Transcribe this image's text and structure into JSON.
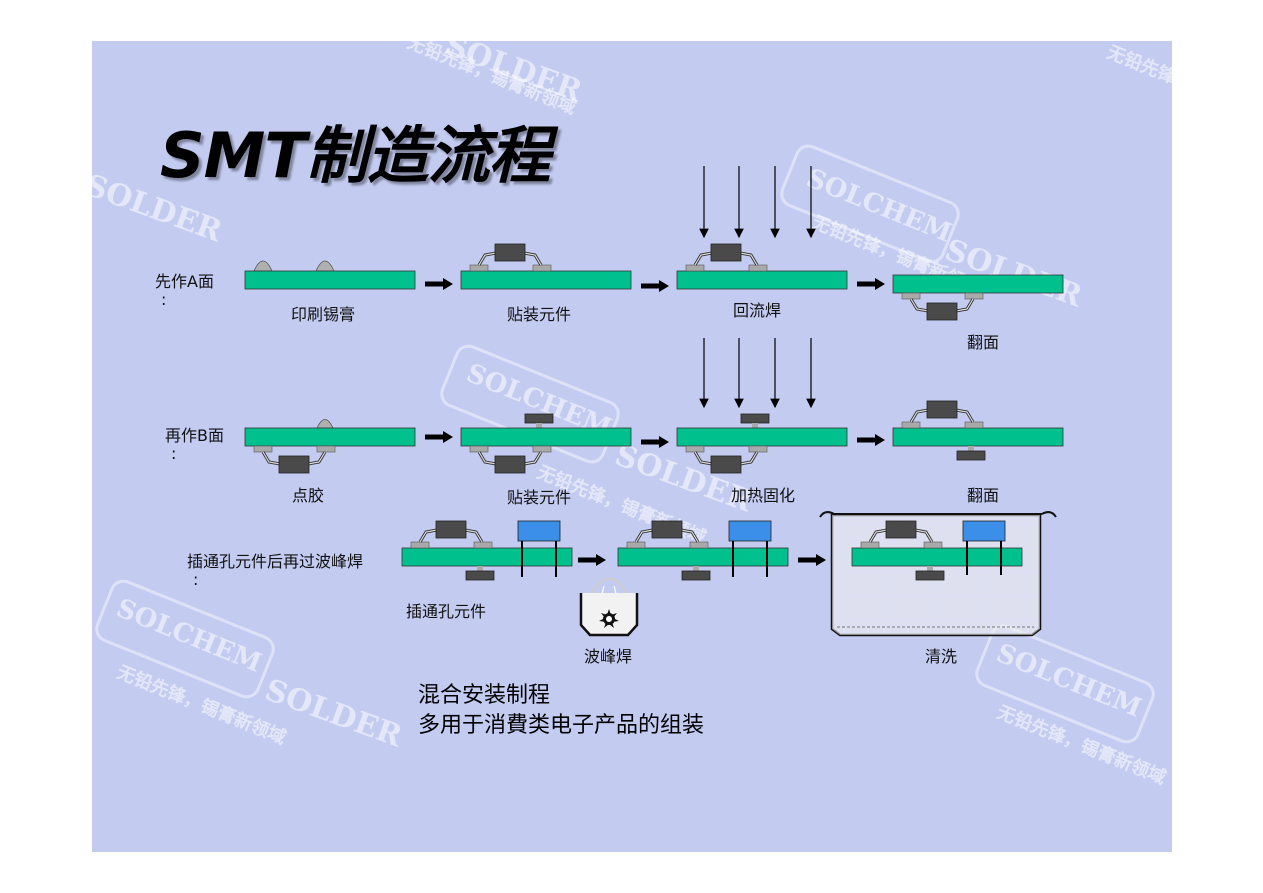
{
  "title": "SMT制造流程",
  "watermarks": {
    "brand": "SOLCHEM",
    "solder": "SOLDER",
    "slogan": "无铅先锋，锡膏新领域"
  },
  "rows": [
    {
      "label_line1": "先作A面",
      "label_line2": ":",
      "steps": [
        "印刷锡膏",
        "贴装元件",
        "回流焊",
        "翻面"
      ]
    },
    {
      "label_line1": "再作B面",
      "label_line2": ":",
      "steps": [
        "点胶",
        "贴装元件",
        "加热固化",
        "翻面"
      ]
    },
    {
      "label_line1": "插通孔元件后再过波峰焊",
      "label_line2": ":",
      "steps": [
        "插通孔元件",
        "波峰焊",
        "清洗"
      ]
    }
  ],
  "caption": {
    "line1": "混合安装制程",
    "line2": "多用于消費类电子产品的组装"
  },
  "colors": {
    "background": "#c3cbf1",
    "pcb": "#00c08e",
    "chip": "#4a4a4a",
    "through_hole": "#3b8fe8",
    "pad": "#a9a9a9"
  }
}
